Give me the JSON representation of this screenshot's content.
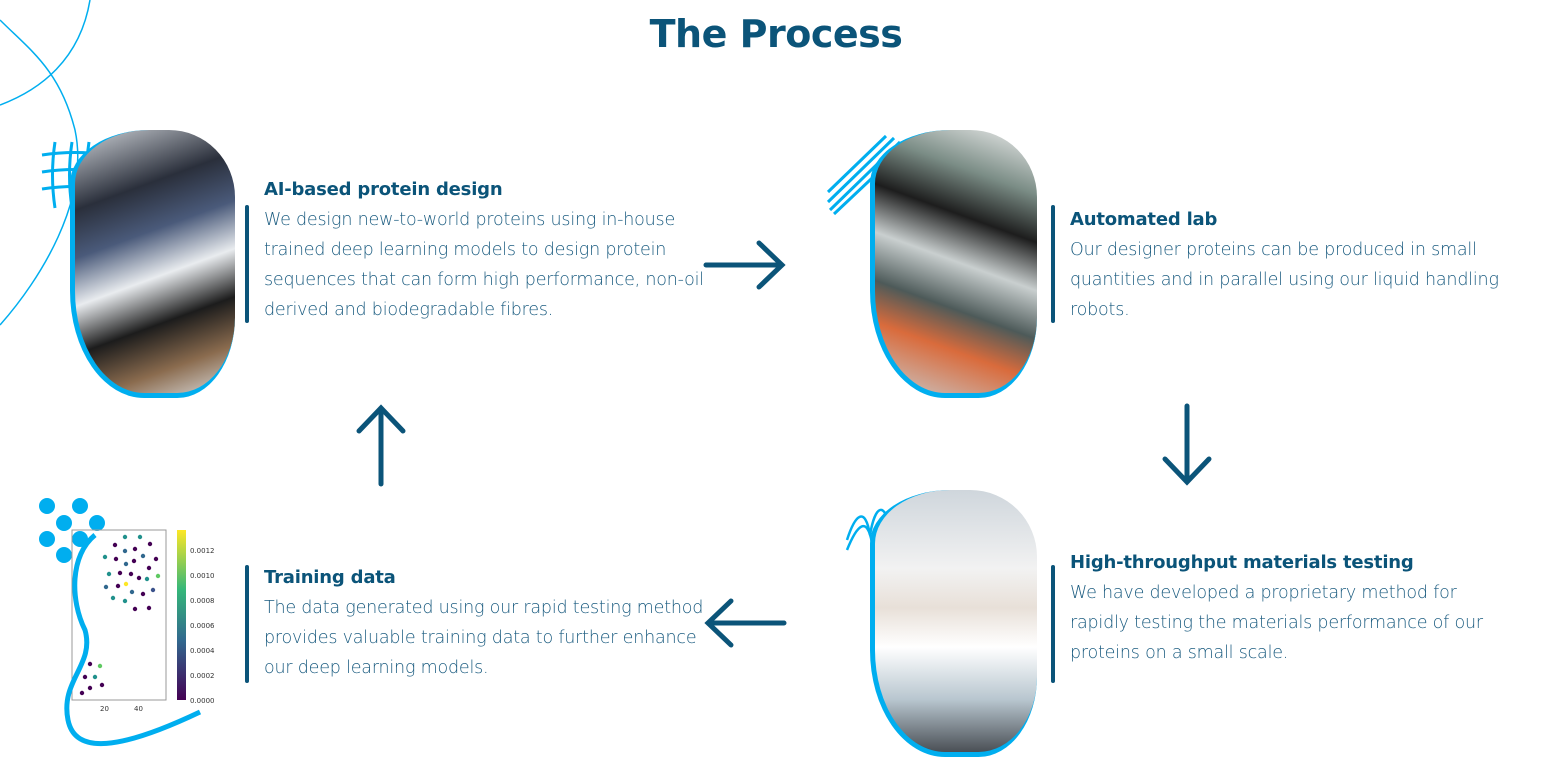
{
  "title": "The Process",
  "steps": [
    {
      "heading": "AI-based protein design",
      "body": "We design new-to-world proteins using in-house trained deep learning models to design protein sequences that can form high performance, non-oil derived and biodegradable fibres.",
      "image": "computer-workstation-photo"
    },
    {
      "heading": "Automated lab",
      "body": "Our designer proteins can be produced in small quantities and in parallel using our liquid handling robots.",
      "image": "liquid-handling-robot-photo"
    },
    {
      "heading": "High-throughput materials testing",
      "body": "We have developed a proprietary method for rapidly testing the materials performance of our proteins on a small scale.",
      "image": "lab-scientist-photo"
    },
    {
      "heading": "Training data",
      "body": "The data generated using our rapid testing method provides valuable training data to further enhance our deep learning models.",
      "image": "scatter-plot-image"
    }
  ],
  "chart": {
    "xticks": [
      "20",
      "40"
    ],
    "colorbar_ticks": [
      "0.0012",
      "0.0010",
      "0.0008",
      "0.0006",
      "0.0004",
      "0.0002",
      "0.0000"
    ]
  },
  "colors": {
    "primary": "#0b5479",
    "accent": "#00aeef"
  }
}
